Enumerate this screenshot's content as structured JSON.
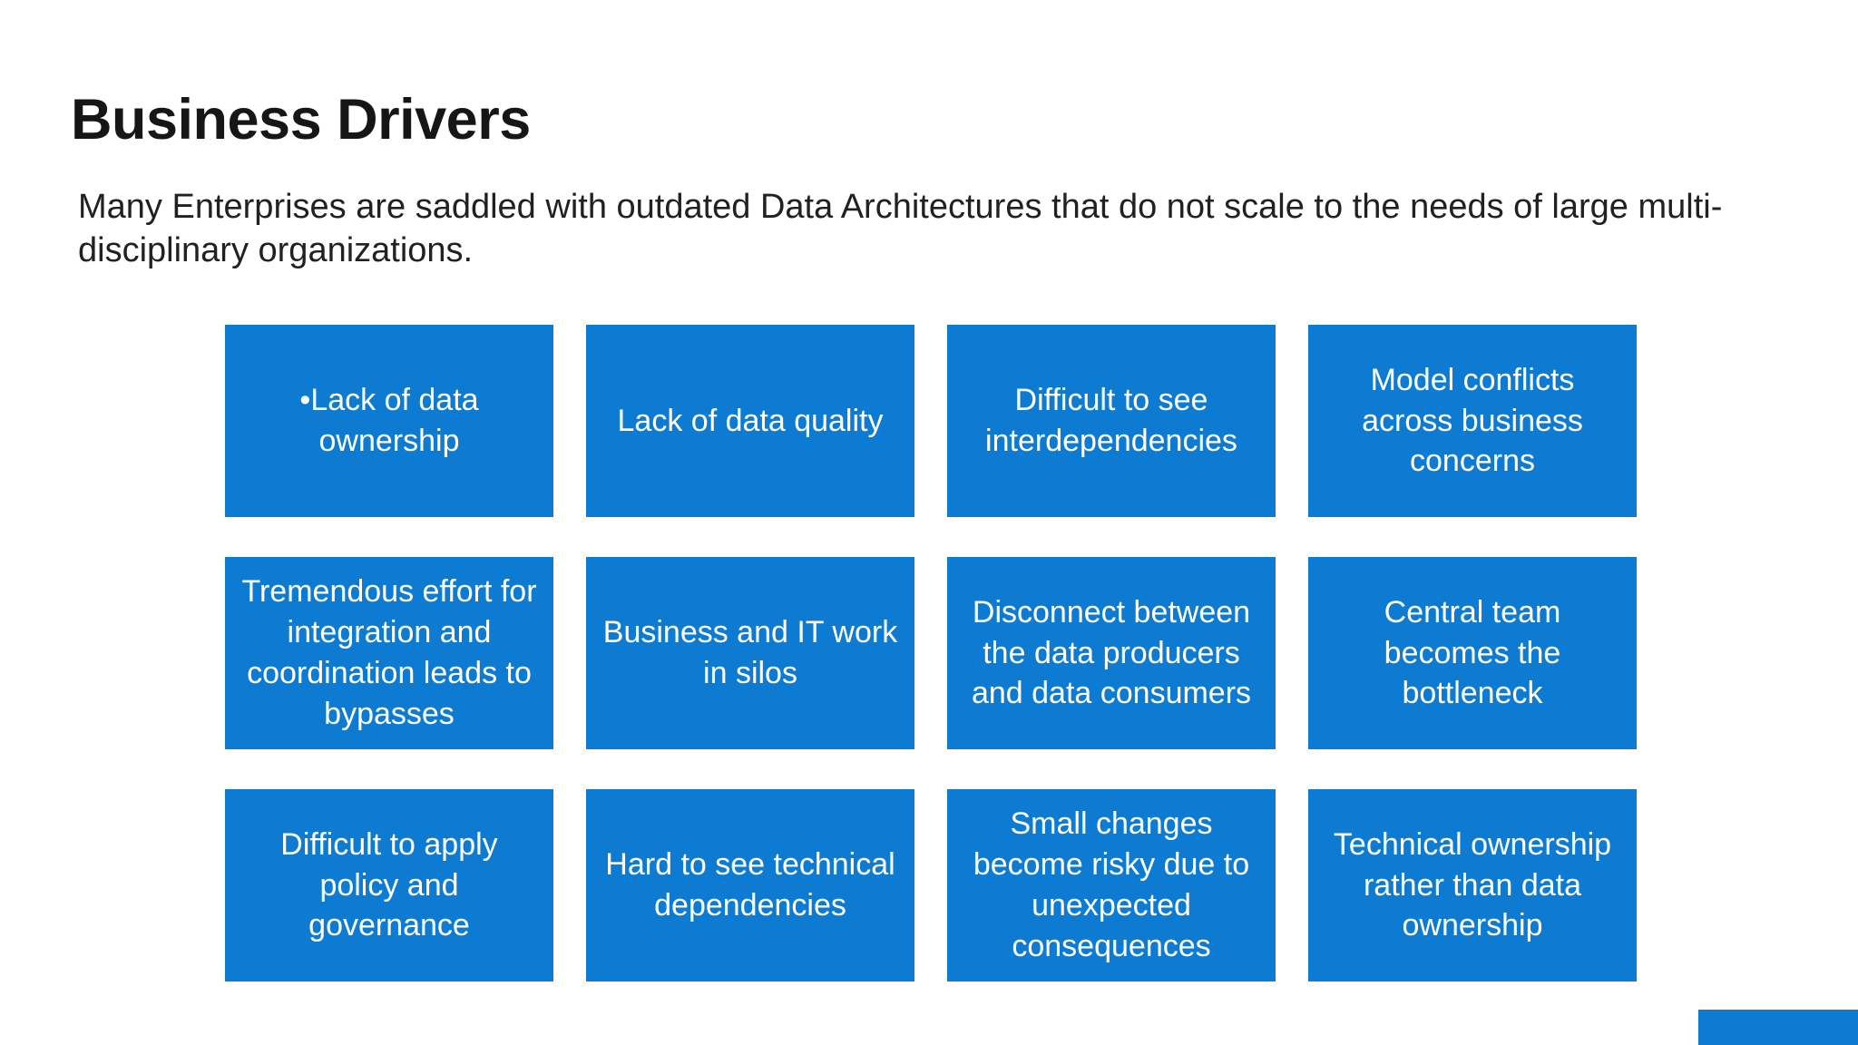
{
  "page": {
    "title": "Business Drivers",
    "subtitle_lines": [
      "Many Enterprises are saddled with outdated Data Architectures that do not scale to the needs of large multi-",
      "disciplinary organizations."
    ]
  },
  "grid": {
    "boxes": [
      {
        "label": "•Lack of data ownership"
      },
      {
        "label": "Lack of data quality"
      },
      {
        "label": "Difficult to see interdependencies"
      },
      {
        "label": "Model conflicts across business concerns"
      },
      {
        "label": "Tremendous effort for integration and coordination leads to bypasses"
      },
      {
        "label": "Business and IT work in silos"
      },
      {
        "label": "Disconnect between the data producers and data consumers"
      },
      {
        "label": "Central team becomes the bottleneck"
      },
      {
        "label": "Difficult to apply policy and governance"
      },
      {
        "label": "Hard to see technical dependencies"
      },
      {
        "label": "Small changes become risky due to unexpected consequences"
      },
      {
        "label": "Technical ownership rather than data ownership"
      }
    ]
  },
  "colors": {
    "box_blue": "#0e7bd2",
    "box_text": "#ffffff",
    "title_text": "#161616",
    "body_text": "#212121",
    "background": "#ffffff"
  }
}
